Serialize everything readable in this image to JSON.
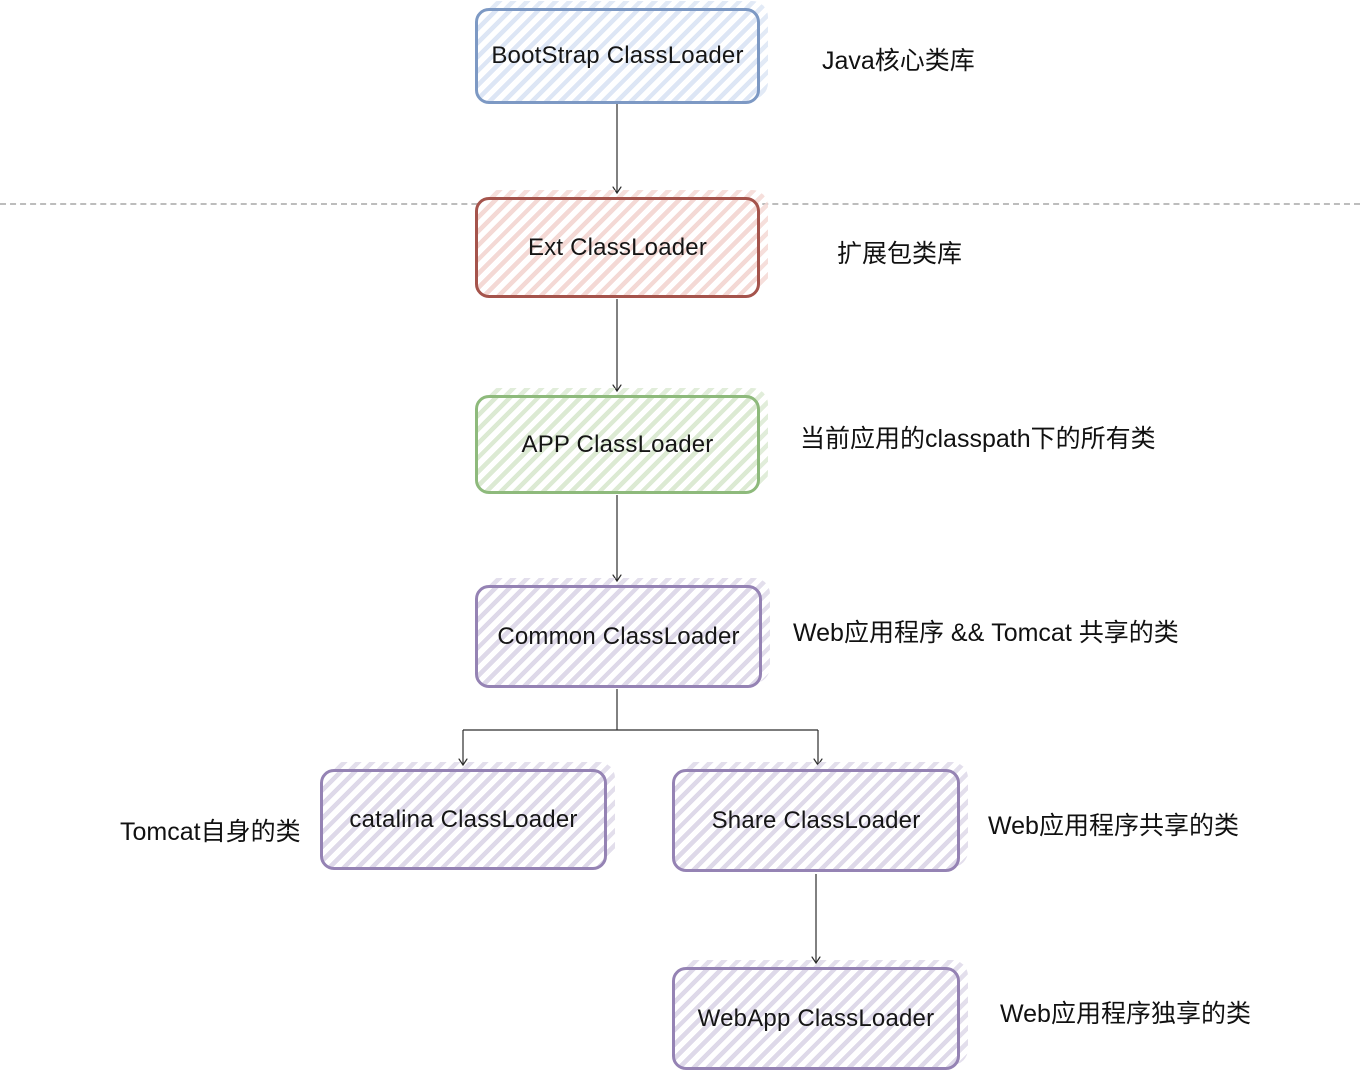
{
  "diagram": {
    "background_color": "#ffffff",
    "separator_color": "#bdbdbd",
    "connector_color": "#2d2d2d",
    "nodes": [
      {
        "id": "bootstrap-classloader",
        "label": "BootStrap ClassLoader",
        "annotation": "Java核心类库",
        "border_color": "#7d99c4",
        "stripe_color": "#dde6f5"
      },
      {
        "id": "ext-classloader",
        "label": "Ext ClassLoader",
        "annotation": "扩展包类库",
        "border_color": "#a5544c",
        "stripe_color": "#f4d9d5"
      },
      {
        "id": "app-classloader",
        "label": "APP ClassLoader",
        "annotation": "当前应用的classpath下的所有类",
        "border_color": "#8eba7c",
        "stripe_color": "#dcead3"
      },
      {
        "id": "common-classloader",
        "label": "Common ClassLoader",
        "annotation": "Web应用程序 && Tomcat 共享的类",
        "border_color": "#9583b4",
        "stripe_color": "#ded9e9"
      },
      {
        "id": "catalina-classloader",
        "label": "catalina ClassLoader",
        "annotation": "Tomcat自身的类",
        "border_color": "#9583b4",
        "stripe_color": "#ded9e9"
      },
      {
        "id": "share-classloader",
        "label": "Share ClassLoader",
        "annotation": "Web应用程序共享的类",
        "border_color": "#9583b4",
        "stripe_color": "#ded9e9"
      },
      {
        "id": "webapp-classloader",
        "label": "WebApp ClassLoader",
        "annotation": "Web应用程序独享的类",
        "border_color": "#9583b4",
        "stripe_color": "#ded9e9"
      }
    ],
    "edges": [
      {
        "from": "bootstrap-classloader",
        "to": "ext-classloader"
      },
      {
        "from": "ext-classloader",
        "to": "app-classloader"
      },
      {
        "from": "app-classloader",
        "to": "common-classloader"
      },
      {
        "from": "common-classloader",
        "to": "catalina-classloader"
      },
      {
        "from": "common-classloader",
        "to": "share-classloader"
      },
      {
        "from": "share-classloader",
        "to": "webapp-classloader"
      }
    ]
  }
}
